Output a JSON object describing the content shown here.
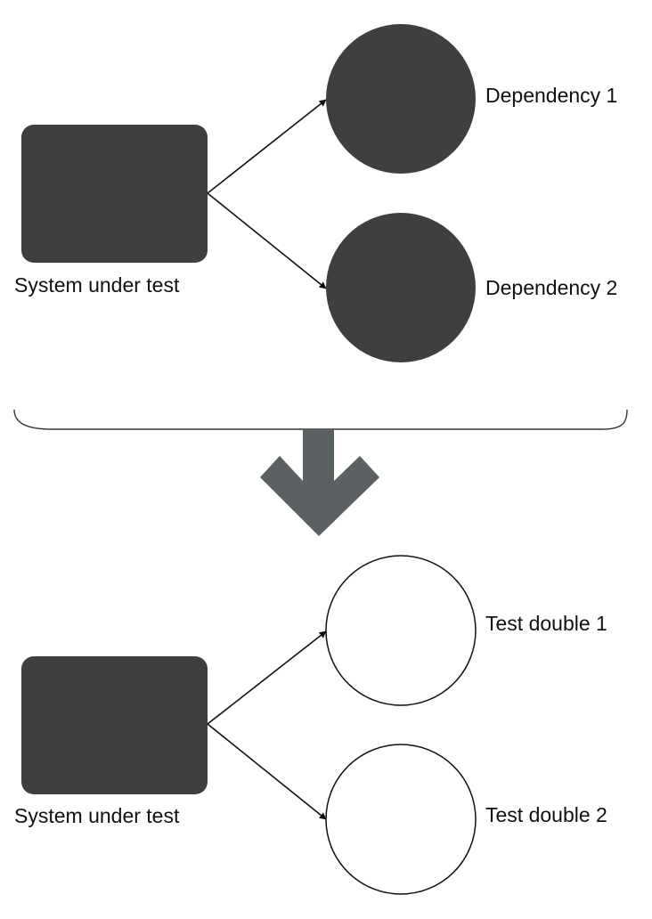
{
  "colors": {
    "dark_fill": "#3f3f42",
    "arrow_gray": "#5b6062",
    "line": "#111111",
    "background": "#ffffff"
  },
  "top": {
    "system_label": "System under test",
    "dependencies": [
      {
        "label": "Dependency 1"
      },
      {
        "label": "Dependency 2"
      }
    ]
  },
  "bottom": {
    "system_label": "System under test",
    "doubles": [
      {
        "label": "Test double 1"
      },
      {
        "label": "Test double 2"
      }
    ]
  }
}
